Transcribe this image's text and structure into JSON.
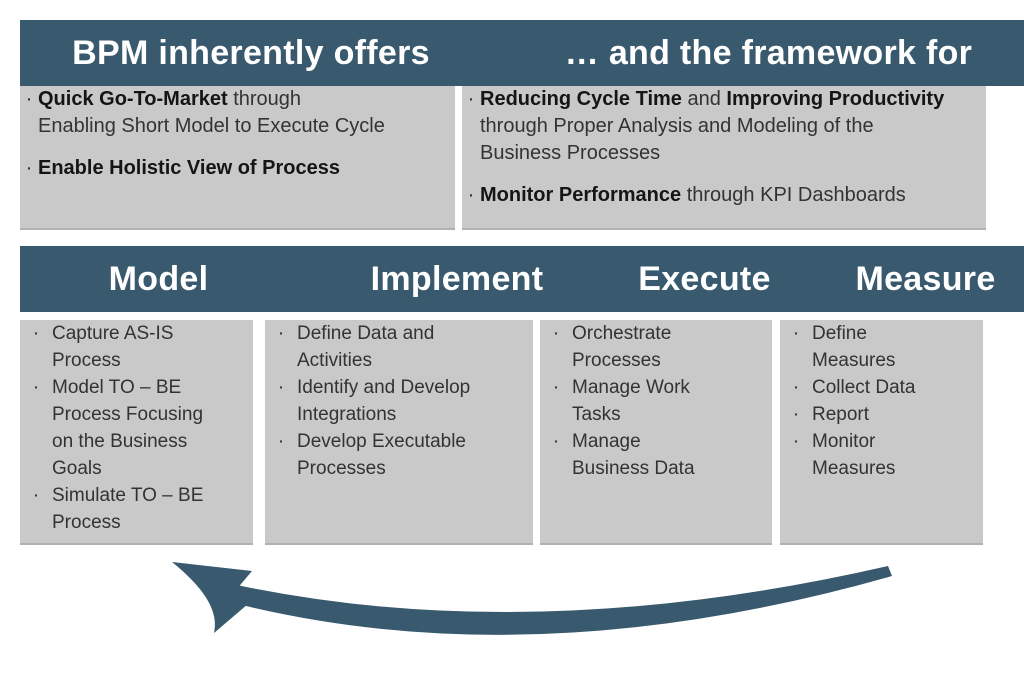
{
  "colors": {
    "slate": "#395A6E",
    "panel_gray": "#C9C9C9",
    "text_dark": "#333333",
    "header_text": "#FFFFFF"
  },
  "top_row": {
    "left": {
      "title": "BPM inherently offers",
      "bullets": [
        [
          {
            "t": "Quick Go-To-Market",
            "b": true
          },
          {
            "t": " through\nEnabling Short Model to Execute Cycle",
            "b": false
          }
        ],
        [
          {
            "t": "Enable Holistic View of Process",
            "b": true
          }
        ]
      ]
    },
    "right": {
      "title": "… and the framework for",
      "bullets": [
        [
          {
            "t": "Reducing Cycle Time",
            "b": true
          },
          {
            "t": " and ",
            "b": false
          },
          {
            "t": "Improving Productivity",
            "b": true
          },
          {
            "t": "\nthrough Proper Analysis and Modeling of the\nBusiness Processes",
            "b": false
          }
        ],
        [
          {
            "t": "Monitor Performance",
            "b": true
          },
          {
            "t": " through KPI Dashboards",
            "b": false
          }
        ]
      ]
    }
  },
  "phases": [
    {
      "title": "Model",
      "items": [
        "Capture AS-IS\nProcess",
        "Model TO – BE\nProcess Focusing\non the Business\nGoals",
        "Simulate TO – BE\nProcess"
      ]
    },
    {
      "title": "Implement",
      "items": [
        "Define Data and\nActivities",
        "Identify and Develop\nIntegrations",
        "Develop Executable\nProcesses"
      ]
    },
    {
      "title": "Execute",
      "items": [
        "Orchestrate\nProcesses",
        "Manage Work\nTasks",
        "Manage\nBusiness Data"
      ]
    },
    {
      "title": "Measure",
      "items": [
        "Define\nMeasures",
        "Collect Data",
        "Report",
        "Monitor\nMeasures"
      ]
    }
  ],
  "bullet_glyph": "·"
}
